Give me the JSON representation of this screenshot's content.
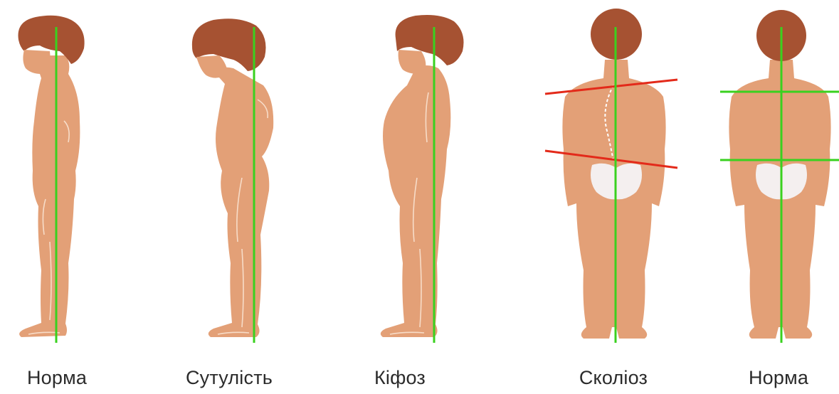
{
  "figures": [
    {
      "id": "norm-side",
      "label": "Норма"
    },
    {
      "id": "stoop",
      "label": "Сутулість"
    },
    {
      "id": "kyphosis",
      "label": "Кіфоз"
    },
    {
      "id": "scoliosis",
      "label": "Сколіоз"
    },
    {
      "id": "norm-back",
      "label": "Норма"
    }
  ],
  "colors": {
    "skin": "#e3a077",
    "skin_shade": "#d48d62",
    "hair": "#a65232",
    "axis_line": "#39d11f",
    "tilt_line": "#e32a1a",
    "body_outline": "#f7dcc8",
    "pelvis": "#f4efef",
    "text": "#2b2b2b"
  }
}
